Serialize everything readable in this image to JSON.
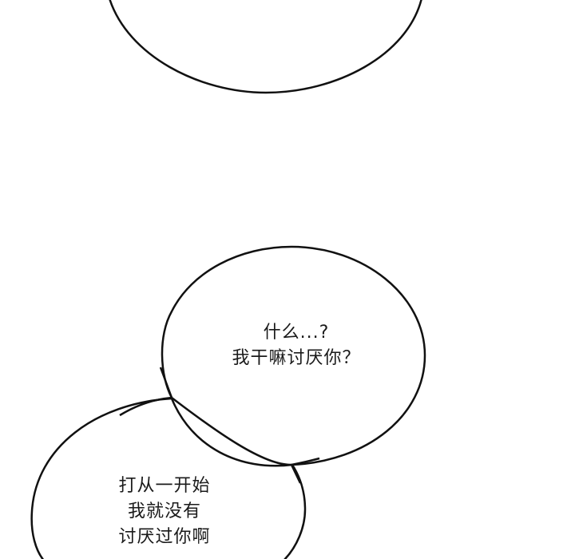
{
  "panel": {
    "background": "#ffffff",
    "stroke_color": "#111111"
  },
  "bubbles": [
    {
      "id": "top",
      "lines": []
    },
    {
      "id": "middle",
      "lines": [
        "什么...?",
        "我干嘛讨厌你？"
      ]
    },
    {
      "id": "bottom",
      "lines": [
        "打从一开始",
        "我就没有",
        "讨厌过你啊"
      ]
    }
  ]
}
